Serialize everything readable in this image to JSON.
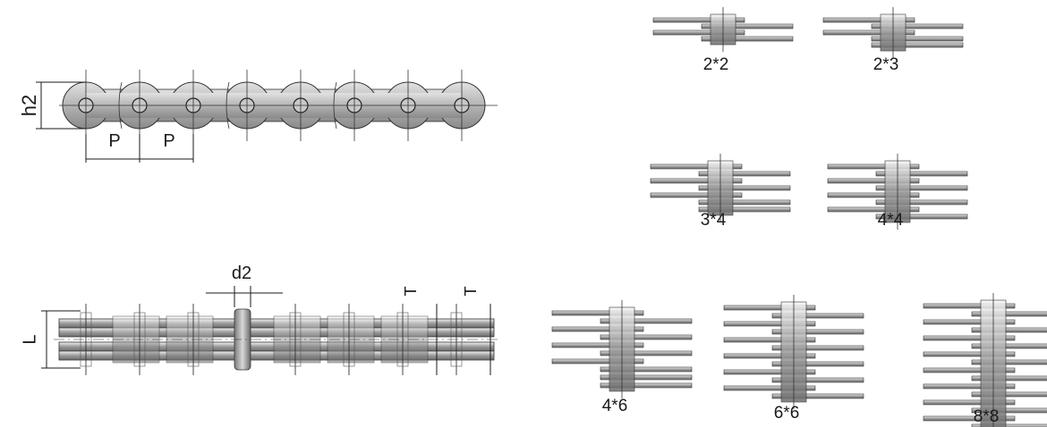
{
  "side_view": {
    "h2_label": "h2",
    "pitch_label_1": "P",
    "pitch_label_2": "P"
  },
  "top_view": {
    "d2_label": "d2",
    "l_label": "L",
    "t_label_1": "T",
    "t_label_2": "T"
  },
  "lacing": [
    {
      "label": "2*2",
      "outer": 2,
      "inner": 2
    },
    {
      "label": "2*3",
      "outer": 2,
      "inner": 3
    },
    {
      "label": "3*4",
      "outer": 3,
      "inner": 4
    },
    {
      "label": "4*4",
      "outer": 4,
      "inner": 4
    },
    {
      "label": "4*6",
      "outer": 4,
      "inner": 6
    },
    {
      "label": "6*6",
      "outer": 6,
      "inner": 6
    },
    {
      "label": "8*8",
      "outer": 8,
      "inner": 8
    }
  ]
}
